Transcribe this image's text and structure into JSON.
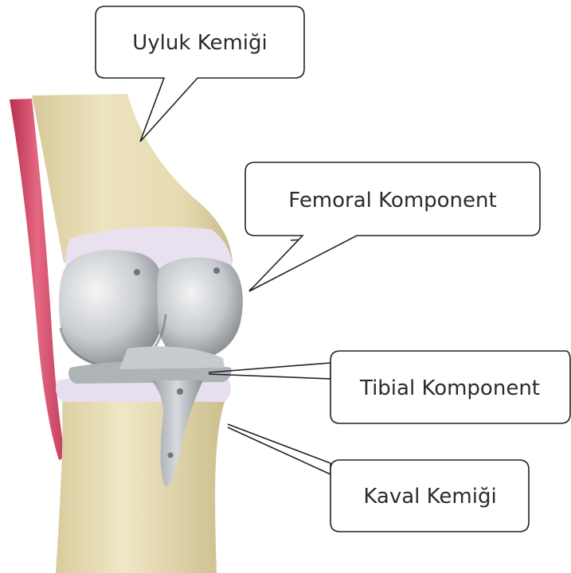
{
  "labels": {
    "femur": "Uyluk Kemiği",
    "femoral_component": "Femoral Komponent",
    "tibial_component": "Tibial Komponent",
    "tibia": "Kaval Kemiği"
  },
  "colors": {
    "bone": "#e9dfb7",
    "bone_shadow": "#cdbf8e",
    "cartilage": "#e7def0",
    "implant_light": "#e6e8ea",
    "implant_dark": "#8b9196",
    "muscle": "#d9536f",
    "callout_border": "#222222"
  }
}
